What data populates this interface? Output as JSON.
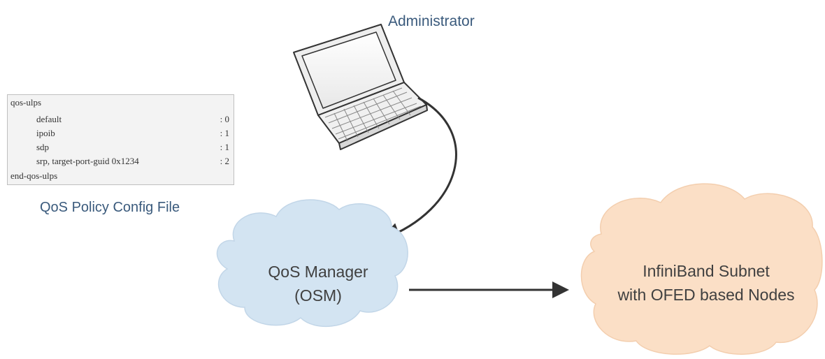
{
  "administrator_label": "Administrator",
  "config_file": {
    "caption": "QoS Policy Config File",
    "open_line": "qos-ulps",
    "entries": [
      {
        "name": "default",
        "value": ": 0"
      },
      {
        "name": "ipoib",
        "value": ": 1"
      },
      {
        "name": "sdp",
        "value": ": 1"
      },
      {
        "name": "srp, target-port-guid 0x1234",
        "value": ": 2"
      }
    ],
    "close_line": "end-qos-ulps"
  },
  "qos_manager": {
    "line1": "QoS Manager",
    "line2": "(OSM)"
  },
  "subnet": {
    "line1": "InfiniBand Subnet",
    "line2": "with OFED based Nodes"
  },
  "colors": {
    "caption_text": "#3a5a7c",
    "qos_cloud_fill": "#d3e4f2",
    "subnet_cloud_fill": "#fbdfc6",
    "arrow": "#333333"
  },
  "icons": [
    "laptop-icon"
  ]
}
